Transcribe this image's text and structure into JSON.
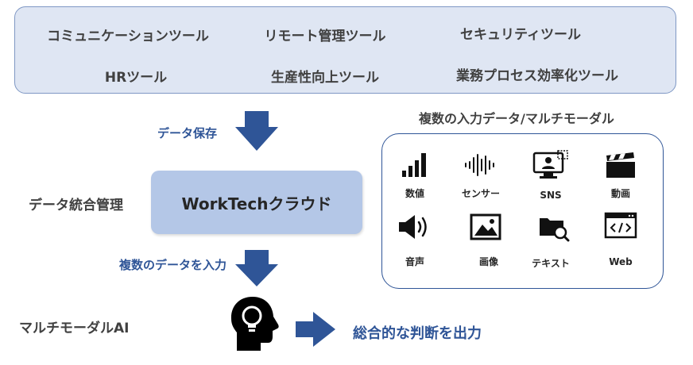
{
  "tools": [
    "コミュニケーションツール",
    "リモート管理ツール",
    "セキュリティツール",
    "HRツール",
    "生産性向上ツール",
    "業務プロセス効率化ツール"
  ],
  "flow": {
    "data_save": "データ保存",
    "data_integration": "データ統合管理",
    "cloud": "WorkTechクラウド",
    "multi_data_input": "複数のデータを入力",
    "multimodal_ai": "マルチモーダルAI",
    "output": "総合的な判断を出力"
  },
  "modal": {
    "title": "複数の入力データ/マルチモーダル",
    "items": [
      {
        "label": "数値",
        "icon": "bar-chart-icon"
      },
      {
        "label": "センサー",
        "icon": "waveform-icon"
      },
      {
        "label": "SNS",
        "icon": "monitor-user-icon"
      },
      {
        "label": "動画",
        "icon": "clapperboard-icon"
      },
      {
        "label": "音声",
        "icon": "speaker-icon"
      },
      {
        "label": "画像",
        "icon": "image-icon"
      },
      {
        "label": "テキスト",
        "icon": "folder-search-icon"
      },
      {
        "label": "Web",
        "icon": "code-window-icon"
      }
    ]
  },
  "colors": {
    "panel_fill": "#dfe6f3",
    "panel_border": "#7f98c4",
    "arrow_blue": "#2f5597",
    "cloud_fill": "#b4c7e7"
  }
}
